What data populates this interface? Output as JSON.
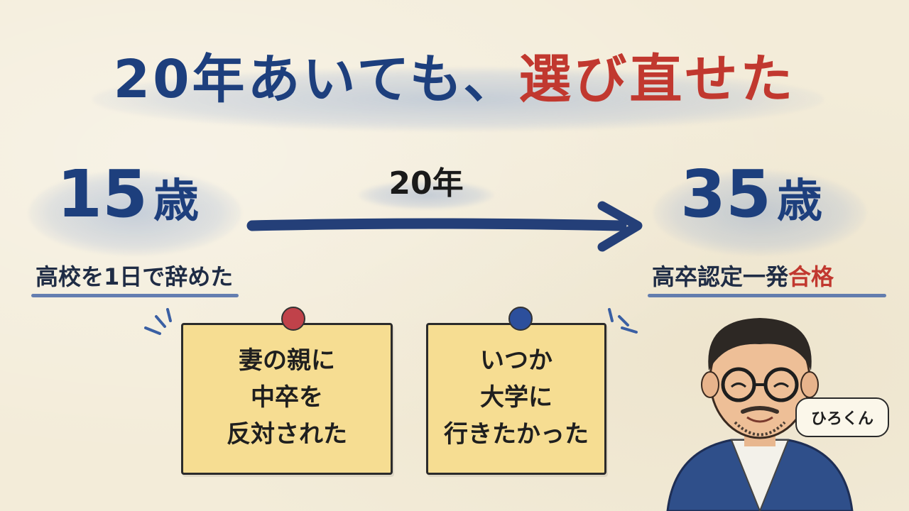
{
  "title": {
    "part1": "20年あいても、",
    "highlight": "選び直せた"
  },
  "left": {
    "age_number": "15",
    "age_unit": "歳",
    "caption": "高校を1日で辞めた"
  },
  "middle": {
    "span_label": "20年"
  },
  "right": {
    "age_number": "35",
    "age_unit": "歳",
    "caption_part1": "高卒認定一発",
    "caption_highlight": "合格"
  },
  "notes": [
    {
      "lines": [
        "妻の親に",
        "中卒を",
        "反対された"
      ],
      "pin_color": "#c0424a"
    },
    {
      "lines": [
        "いつか",
        "大学に",
        "行きたかった"
      ],
      "pin_color": "#2c4f9c"
    }
  ],
  "person": {
    "name": "ひろくん"
  },
  "colors": {
    "navy": "#1d3f7d",
    "red": "#c1382f",
    "note": "#f6dd92"
  }
}
